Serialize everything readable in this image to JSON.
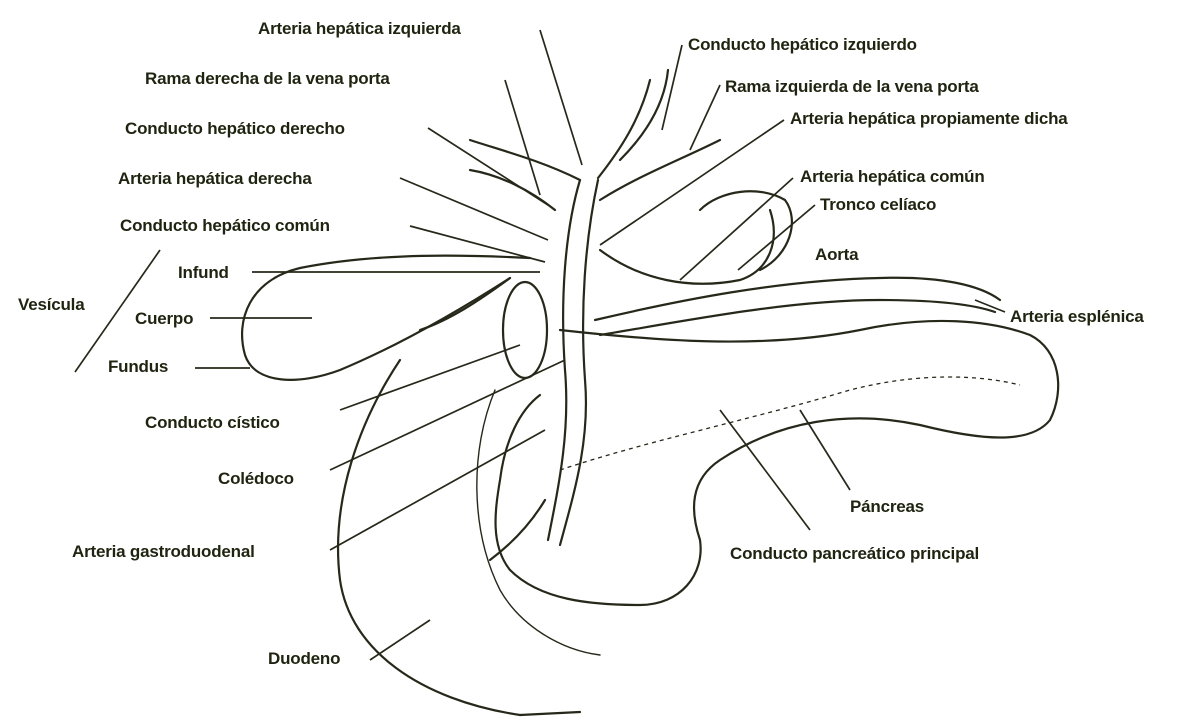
{
  "labels": {
    "arteria_hepatica_izquierda": "Arteria hepática izquierda",
    "conducto_hepatico_izquierdo": "Conducto hepático izquierdo",
    "rama_derecha_vena_porta": "Rama derecha de la vena porta",
    "rama_izquierda_vena_porta": "Rama izquierda de la vena porta",
    "conducto_hepatico_derecho": "Conducto hepático derecho",
    "arteria_hepatica_propiamente_dicha": "Arteria hepática propiamente dicha",
    "arteria_hepatica_derecha": "Arteria hepática derecha",
    "arteria_hepatica_comun": "Arteria hepática común",
    "tronco_celiaco": "Tronco celíaco",
    "conducto_hepatico_comun": "Conducto hepático común",
    "aorta": "Aorta",
    "infund": "Infund",
    "vesicula": "Vesícula",
    "cuerpo": "Cuerpo",
    "arteria_esplenica": "Arteria esplénica",
    "fundus": "Fundus",
    "conducto_cistico": "Conducto cístico",
    "coledoco": "Colédoco",
    "pancreas": "Páncreas",
    "arteria_gastroduodenal": "Arteria gastroduodenal",
    "conducto_pancreatico_principal": "Conducto pancreático principal",
    "duodeno": "Duodeno"
  }
}
